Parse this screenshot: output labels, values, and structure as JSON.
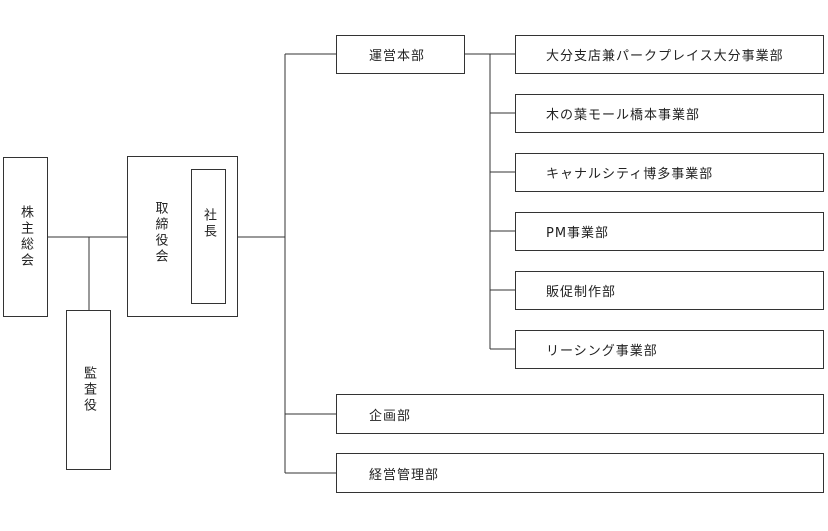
{
  "organization": {
    "shareholders_meeting": "株主総会",
    "auditor": "監査役",
    "board_of_directors": "取締役会",
    "president": "社長",
    "operations_hq": "運営本部",
    "planning_dept": "企画部",
    "management_dept": "経営管理部",
    "divisions": [
      "大分支店兼パークプレイス大分事業部",
      "木の葉モール橋本事業部",
      "キャナルシティ博多事業部",
      "PM事業部",
      "販促制作部",
      "リーシング事業部"
    ]
  },
  "colors": {
    "line": "#333333",
    "border": "#333333",
    "text": "#222222",
    "background": "#ffffff"
  }
}
